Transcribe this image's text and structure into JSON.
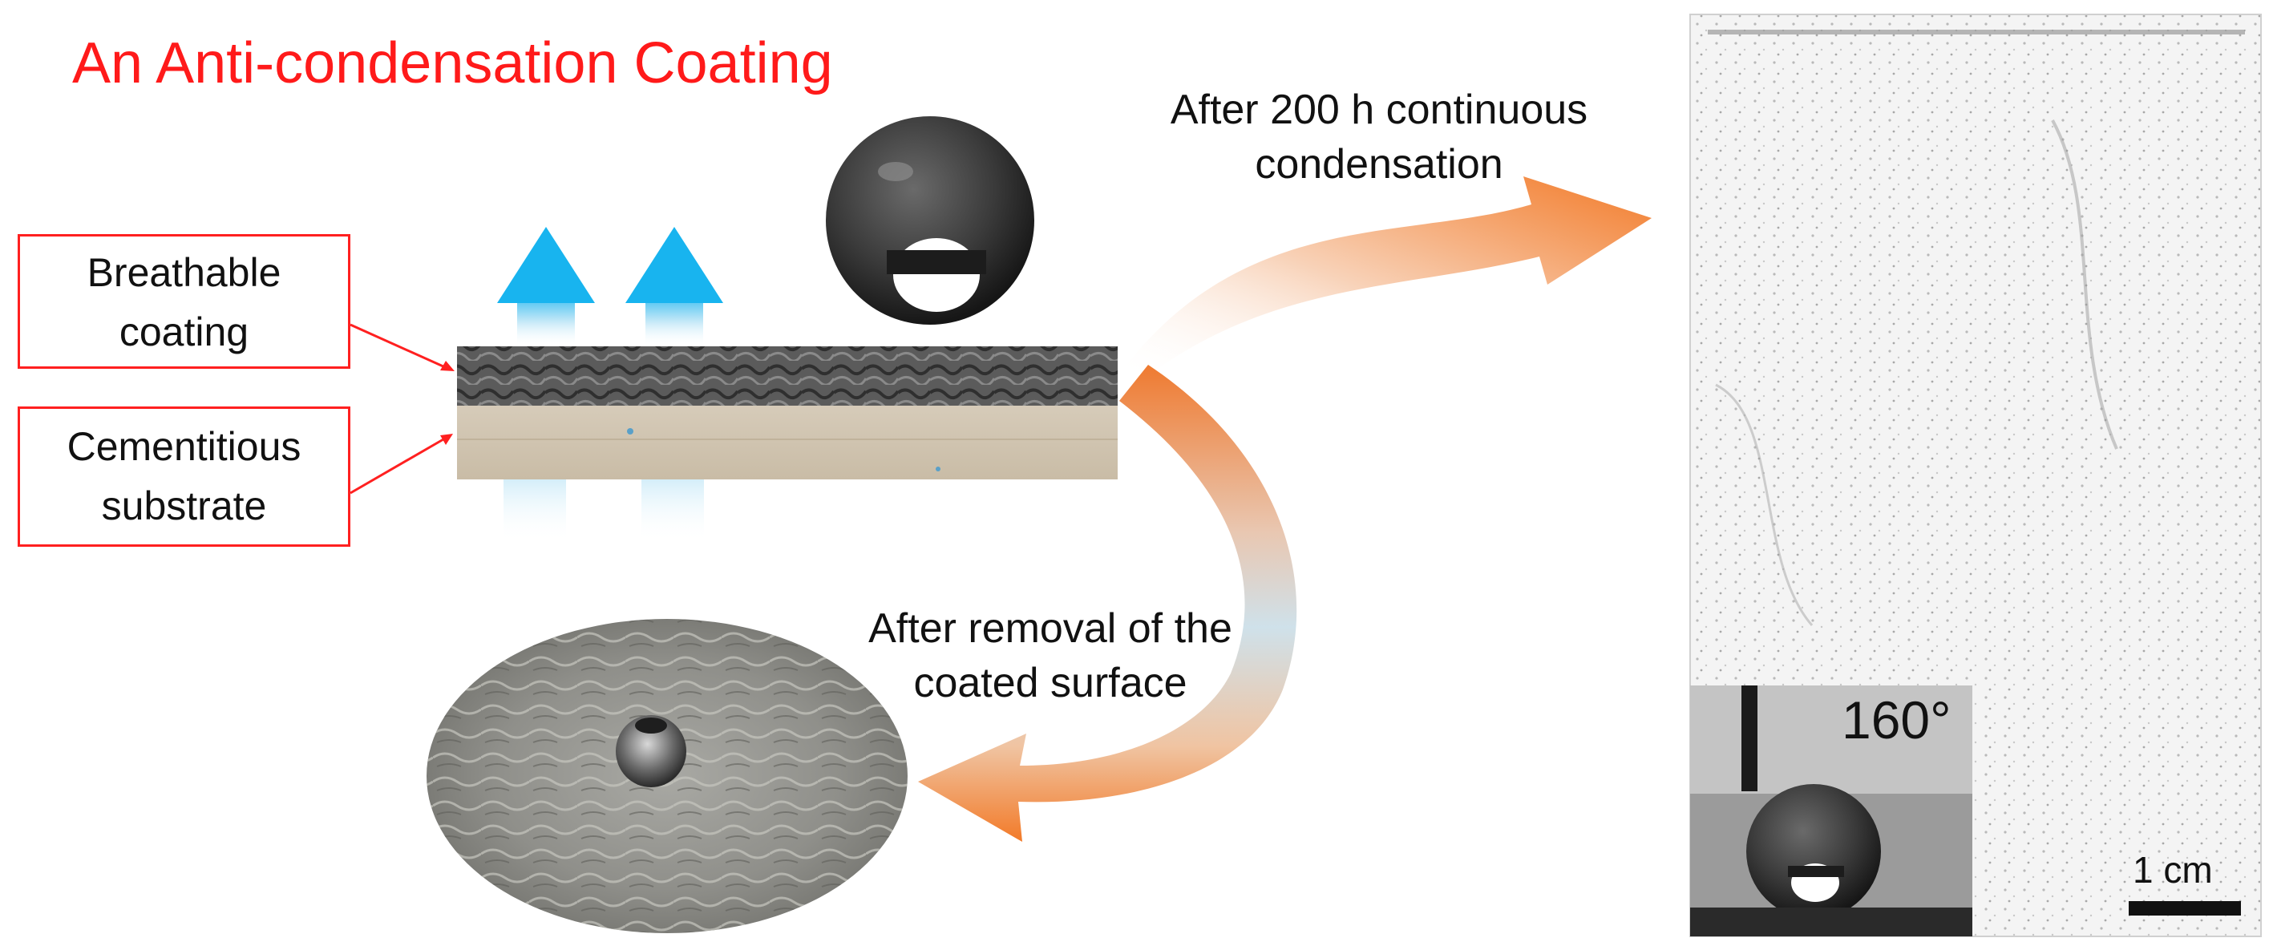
{
  "title": "An Anti-condensation Coating",
  "labels": {
    "coating_line1": "Breathable",
    "coating_line2": "coating",
    "substrate_line1": "Cementitious",
    "substrate_line2": "substrate"
  },
  "captions": {
    "condensation_line1": "After 200 h continuous",
    "condensation_line2": "condensation",
    "removal_line1": "After removal of the",
    "removal_line2": "coated surface"
  },
  "contact_angle": "160°",
  "scale_bar": "1 cm",
  "colors": {
    "title": "#ff1a1a",
    "label_border": "#ff2020",
    "vapor_arrow": "#1fb8f0",
    "process_arrow": "#f07a2a"
  }
}
